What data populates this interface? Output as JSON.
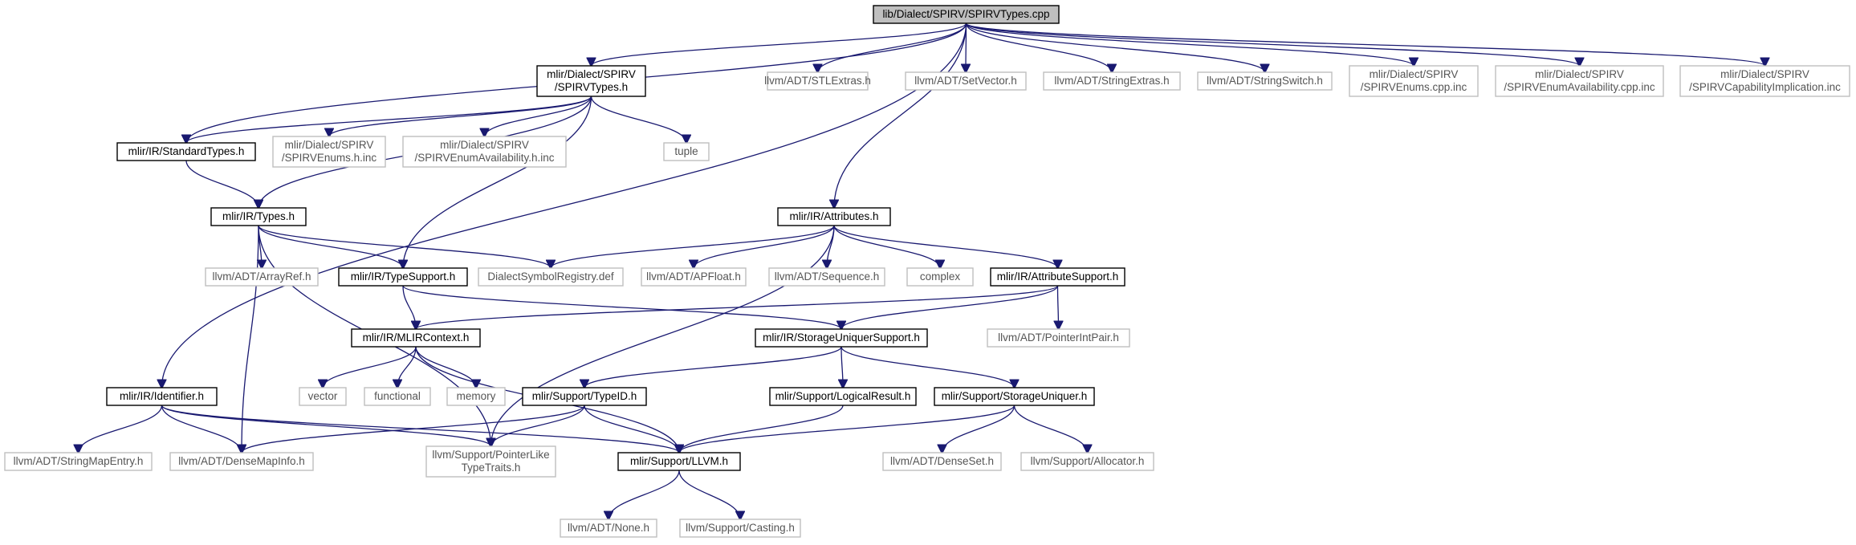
{
  "graph": {
    "nodes": [
      {
        "id": "root",
        "kind": "main",
        "lines": [
          "lib/Dialect/SPIRV/SPIRVTypes.cpp"
        ]
      },
      {
        "id": "spirvtypes_h",
        "kind": "proj",
        "lines": [
          "mlir/Dialect/SPIRV",
          "/SPIRVTypes.h"
        ]
      },
      {
        "id": "stlextras",
        "kind": "ext",
        "lines": [
          "llvm/ADT/STLExtras.h"
        ]
      },
      {
        "id": "setvector",
        "kind": "ext",
        "lines": [
          "llvm/ADT/SetVector.h"
        ]
      },
      {
        "id": "stringextras",
        "kind": "ext",
        "lines": [
          "llvm/ADT/StringExtras.h"
        ]
      },
      {
        "id": "stringswitch",
        "kind": "ext",
        "lines": [
          "llvm/ADT/StringSwitch.h"
        ]
      },
      {
        "id": "enums_cpp_inc",
        "kind": "ext",
        "lines": [
          "mlir/Dialect/SPIRV",
          "/SPIRVEnums.cpp.inc"
        ]
      },
      {
        "id": "enumavail_cpp_inc",
        "kind": "ext",
        "lines": [
          "mlir/Dialect/SPIRV",
          "/SPIRVEnumAvailability.cpp.inc"
        ]
      },
      {
        "id": "capimpl_inc",
        "kind": "ext",
        "lines": [
          "mlir/Dialect/SPIRV",
          "/SPIRVCapabilityImplication.inc"
        ]
      },
      {
        "id": "standardtypes",
        "kind": "proj",
        "lines": [
          "mlir/IR/StandardTypes.h"
        ]
      },
      {
        "id": "enums_h_inc",
        "kind": "ext",
        "lines": [
          "mlir/Dialect/SPIRV",
          "/SPIRVEnums.h.inc"
        ]
      },
      {
        "id": "enumavail_h_inc",
        "kind": "ext",
        "lines": [
          "mlir/Dialect/SPIRV",
          "/SPIRVEnumAvailability.h.inc"
        ]
      },
      {
        "id": "tuple",
        "kind": "ext",
        "lines": [
          "tuple"
        ]
      },
      {
        "id": "types_h",
        "kind": "proj",
        "lines": [
          "mlir/IR/Types.h"
        ]
      },
      {
        "id": "attributes_h",
        "kind": "proj",
        "lines": [
          "mlir/IR/Attributes.h"
        ]
      },
      {
        "id": "arrayref",
        "kind": "ext",
        "lines": [
          "llvm/ADT/ArrayRef.h"
        ]
      },
      {
        "id": "typesupport",
        "kind": "proj",
        "lines": [
          "mlir/IR/TypeSupport.h"
        ]
      },
      {
        "id": "dialectsymreg",
        "kind": "ext",
        "lines": [
          "DialectSymbolRegistry.def"
        ]
      },
      {
        "id": "apfloat",
        "kind": "ext",
        "lines": [
          "llvm/ADT/APFloat.h"
        ]
      },
      {
        "id": "sequence",
        "kind": "ext",
        "lines": [
          "llvm/ADT/Sequence.h"
        ]
      },
      {
        "id": "complex",
        "kind": "ext",
        "lines": [
          "complex"
        ]
      },
      {
        "id": "attrsupport",
        "kind": "proj",
        "lines": [
          "mlir/IR/AttributeSupport.h"
        ]
      },
      {
        "id": "mlircontext",
        "kind": "proj",
        "lines": [
          "mlir/IR/MLIRContext.h"
        ]
      },
      {
        "id": "storageuniqsupport",
        "kind": "proj",
        "lines": [
          "mlir/IR/StorageUniquerSupport.h"
        ]
      },
      {
        "id": "pointerintpair",
        "kind": "ext",
        "lines": [
          "llvm/ADT/PointerIntPair.h"
        ]
      },
      {
        "id": "vector",
        "kind": "ext",
        "lines": [
          "vector"
        ]
      },
      {
        "id": "functional",
        "kind": "ext",
        "lines": [
          "functional"
        ]
      },
      {
        "id": "memory",
        "kind": "ext",
        "lines": [
          "memory"
        ]
      },
      {
        "id": "identifier",
        "kind": "proj",
        "lines": [
          "mlir/IR/Identifier.h"
        ]
      },
      {
        "id": "typeid",
        "kind": "proj",
        "lines": [
          "mlir/Support/TypeID.h"
        ]
      },
      {
        "id": "logicalresult",
        "kind": "proj",
        "lines": [
          "mlir/Support/LogicalResult.h"
        ]
      },
      {
        "id": "storageuniquer",
        "kind": "proj",
        "lines": [
          "mlir/Support/StorageUniquer.h"
        ]
      },
      {
        "id": "stringmapentry",
        "kind": "ext",
        "lines": [
          "llvm/ADT/StringMapEntry.h"
        ]
      },
      {
        "id": "densemapinfo",
        "kind": "ext",
        "lines": [
          "llvm/ADT/DenseMapInfo.h"
        ]
      },
      {
        "id": "pointerlike",
        "kind": "ext",
        "lines": [
          "llvm/Support/PointerLike",
          "TypeTraits.h"
        ]
      },
      {
        "id": "llvm_h",
        "kind": "proj",
        "lines": [
          "mlir/Support/LLVM.h"
        ]
      },
      {
        "id": "denseset",
        "kind": "ext",
        "lines": [
          "llvm/ADT/DenseSet.h"
        ]
      },
      {
        "id": "allocator",
        "kind": "ext",
        "lines": [
          "llvm/Support/Allocator.h"
        ]
      },
      {
        "id": "none",
        "kind": "ext",
        "lines": [
          "llvm/ADT/None.h"
        ]
      },
      {
        "id": "casting",
        "kind": "ext",
        "lines": [
          "llvm/Support/Casting.h"
        ]
      }
    ],
    "edges": [
      [
        "root",
        "spirvtypes_h"
      ],
      [
        "root",
        "stlextras"
      ],
      [
        "root",
        "setvector"
      ],
      [
        "root",
        "stringextras"
      ],
      [
        "root",
        "stringswitch"
      ],
      [
        "root",
        "enums_cpp_inc"
      ],
      [
        "root",
        "enumavail_cpp_inc"
      ],
      [
        "root",
        "capimpl_inc"
      ],
      [
        "root",
        "standardtypes"
      ],
      [
        "root",
        "attributes_h"
      ],
      [
        "root",
        "identifier"
      ],
      [
        "spirvtypes_h",
        "standardtypes"
      ],
      [
        "spirvtypes_h",
        "enums_h_inc"
      ],
      [
        "spirvtypes_h",
        "enumavail_h_inc"
      ],
      [
        "spirvtypes_h",
        "tuple"
      ],
      [
        "spirvtypes_h",
        "types_h"
      ],
      [
        "spirvtypes_h",
        "typesupport"
      ],
      [
        "standardtypes",
        "types_h"
      ],
      [
        "types_h",
        "arrayref"
      ],
      [
        "types_h",
        "typesupport"
      ],
      [
        "types_h",
        "dialectsymreg"
      ],
      [
        "types_h",
        "densemapinfo"
      ],
      [
        "types_h",
        "pointerlike"
      ],
      [
        "attributes_h",
        "dialectsymreg"
      ],
      [
        "attributes_h",
        "apfloat"
      ],
      [
        "attributes_h",
        "sequence"
      ],
      [
        "attributes_h",
        "complex"
      ],
      [
        "attributes_h",
        "attrsupport"
      ],
      [
        "attributes_h",
        "pointerlike"
      ],
      [
        "typesupport",
        "mlircontext"
      ],
      [
        "typesupport",
        "storageuniqsupport"
      ],
      [
        "attrsupport",
        "mlircontext"
      ],
      [
        "attrsupport",
        "storageuniqsupport"
      ],
      [
        "attrsupport",
        "pointerintpair"
      ],
      [
        "mlircontext",
        "vector"
      ],
      [
        "mlircontext",
        "functional"
      ],
      [
        "mlircontext",
        "memory"
      ],
      [
        "mlircontext",
        "llvm_h"
      ],
      [
        "storageuniqsupport",
        "typeid"
      ],
      [
        "storageuniqsupport",
        "logicalresult"
      ],
      [
        "storageuniqsupport",
        "storageuniquer"
      ],
      [
        "identifier",
        "stringmapentry"
      ],
      [
        "identifier",
        "densemapinfo"
      ],
      [
        "identifier",
        "pointerlike"
      ],
      [
        "identifier",
        "llvm_h"
      ],
      [
        "typeid",
        "densemapinfo"
      ],
      [
        "typeid",
        "pointerlike"
      ],
      [
        "typeid",
        "llvm_h"
      ],
      [
        "logicalresult",
        "llvm_h"
      ],
      [
        "storageuniquer",
        "llvm_h"
      ],
      [
        "storageuniquer",
        "denseset"
      ],
      [
        "storageuniquer",
        "allocator"
      ],
      [
        "llvm_h",
        "none"
      ],
      [
        "llvm_h",
        "casting"
      ]
    ]
  }
}
